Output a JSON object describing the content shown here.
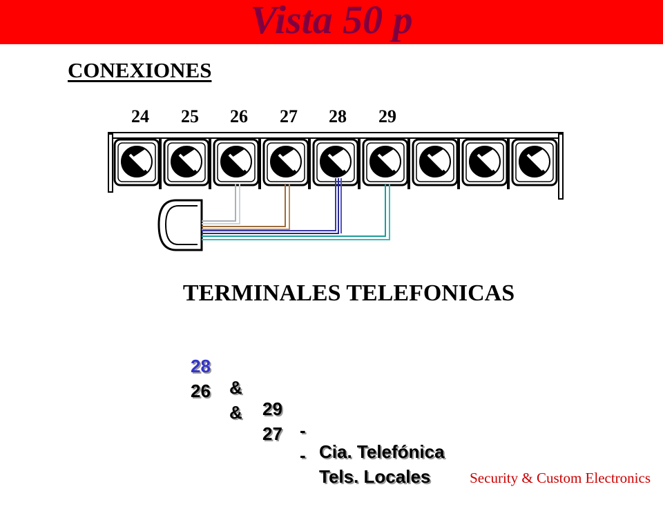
{
  "header": {
    "title": "Vista 50 p",
    "bar_color": "#ff0000",
    "title_color": "#800040"
  },
  "section": {
    "heading": "CONEXIONES"
  },
  "terminal_block": {
    "labels": [
      "24",
      "25",
      "26",
      "27",
      "28",
      "29"
    ],
    "screw_count": 9
  },
  "connector": {
    "icon": "phone-jack-icon"
  },
  "wires": [
    {
      "name": "gray",
      "terminal": "26",
      "color": "#a9b0b8"
    },
    {
      "name": "brown",
      "terminal": "27",
      "color": "#9a6a3c"
    },
    {
      "name": "blue",
      "terminal": "28",
      "color": "#3838a8"
    },
    {
      "name": "teal",
      "terminal": "29",
      "color": "#1a9c9c"
    }
  ],
  "subtitle": "TERMINALES TELEFONICAS",
  "pairs": [
    {
      "a": "28",
      "amp": "&",
      "b": "29",
      "dash": "-",
      "desc": "Cia. Telefónica"
    },
    {
      "a": "26",
      "amp": "&",
      "b": "27",
      "dash": "-",
      "desc": "Tels. Locales"
    }
  ],
  "footer": "Security & Custom Electronics"
}
